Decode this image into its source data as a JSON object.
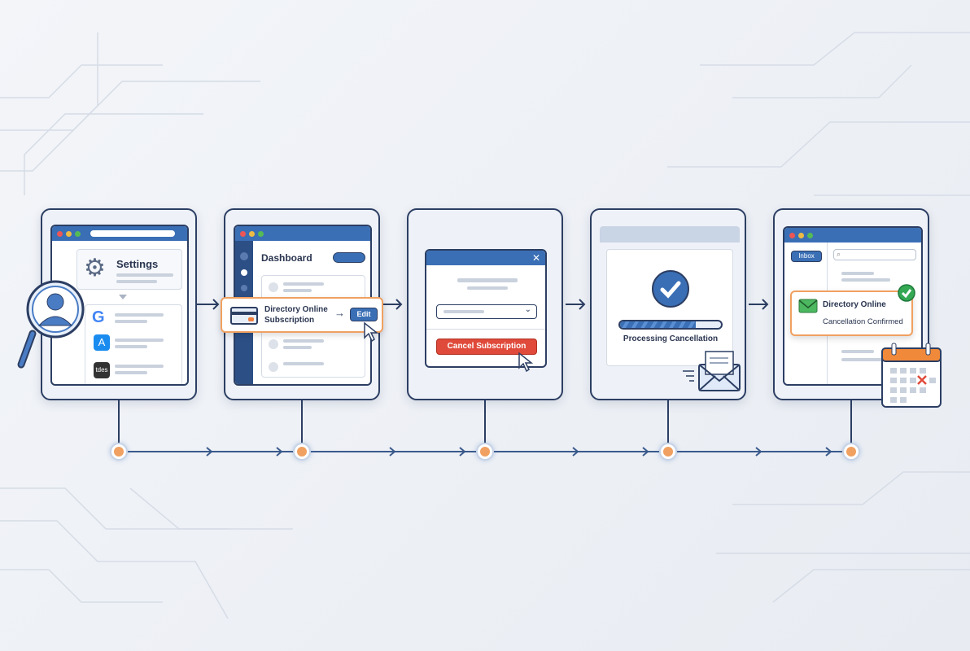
{
  "steps": [
    {
      "title": "Settings",
      "apps": [
        "google-icon",
        "app-store-icon",
        "tdes"
      ]
    },
    {
      "title": "Dashboard",
      "highlight": "Directory Online Subscription",
      "highlight_line1": "Directory Online",
      "highlight_line2": "Subscription",
      "button": "Edit"
    },
    {
      "button": "Cancel Subscription"
    },
    {
      "status": "Processing Cancellation",
      "progress_percent": 75
    },
    {
      "tab": "Inbox",
      "notification_title": "Directory Online",
      "notification_body": "Cancellation Confirmed"
    }
  ],
  "colors": {
    "primary": "#3a6fb5",
    "accent": "#f0a060",
    "danger": "#e04a3a",
    "success": "#34a853",
    "frame": "#2c3e63"
  }
}
